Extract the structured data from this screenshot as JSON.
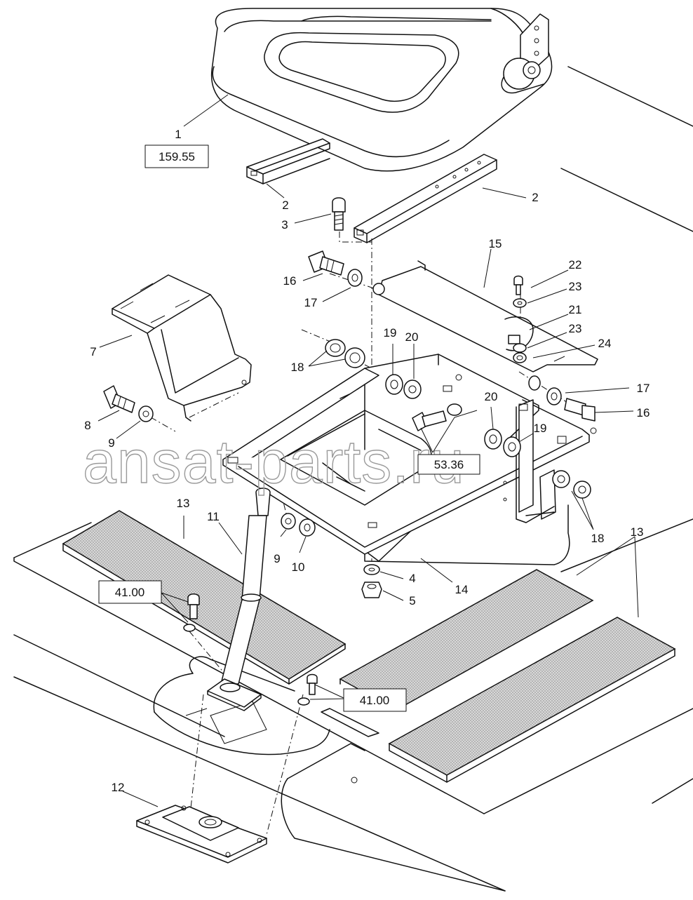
{
  "diagram": {
    "callouts": [
      "1",
      "2",
      "2",
      "3",
      "4",
      "5",
      "7",
      "8",
      "9",
      "9",
      "10",
      "11",
      "12",
      "13",
      "13",
      "14",
      "15",
      "16",
      "16",
      "17",
      "17",
      "18",
      "18",
      "19",
      "19",
      "20",
      "20",
      "21",
      "22",
      "23",
      "23",
      "24"
    ],
    "reference_boxes": [
      "159.55",
      "53.36",
      "41.00",
      "41.00"
    ],
    "watermark": "ansat-parts.ru"
  },
  "colors": {
    "line": "#111111",
    "mat_fill": "#cfcfcf",
    "watermark": "#9a9a9a"
  }
}
